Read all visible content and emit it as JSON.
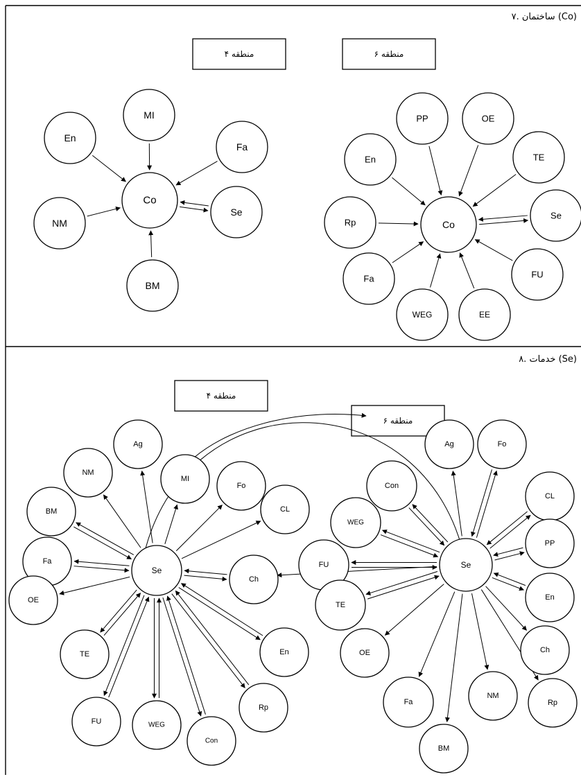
{
  "sections": {
    "construction": {
      "title": "۷. ساختمان (Co)"
    },
    "services": {
      "title": "۸. خدمات (Se)"
    }
  },
  "regions": {
    "construction_left": "منطقه ۴",
    "construction_right": "منطقه ۶",
    "services_left": "منطقه ۴",
    "services_right": "منطقه ۶"
  },
  "diagrams": {
    "co_region4": {
      "center": "Co",
      "nodes": [
        "MI",
        "En",
        "Fa",
        "NM",
        "Se",
        "BM"
      ]
    },
    "co_region6": {
      "center": "Co",
      "nodes": [
        "PP",
        "OE",
        "En",
        "TE",
        "Rp",
        "Se",
        "Fa",
        "FU",
        "WEG",
        "EE"
      ]
    },
    "se_region4": {
      "center": "Se",
      "nodes": [
        "Ag",
        "NM",
        "MI",
        "Fo",
        "BM",
        "CL",
        "Fa",
        "Ch",
        "OE",
        "En",
        "TE",
        "Rp",
        "FU",
        "WEG",
        "Con"
      ]
    },
    "se_region6": {
      "center": "Se",
      "nodes": [
        "Ag",
        "Fo",
        "Con",
        "CL",
        "WEG",
        "PP",
        "FU",
        "En",
        "TE",
        "Ch",
        "OE",
        "Fa",
        "NM",
        "Rp",
        "BM"
      ]
    }
  }
}
